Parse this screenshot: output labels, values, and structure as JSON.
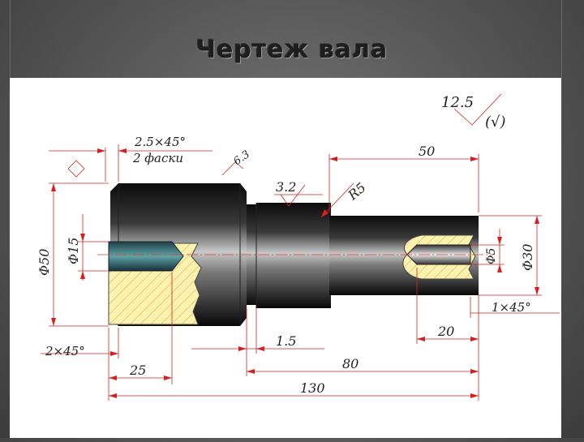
{
  "slide": {
    "title": "Чертеж вала"
  },
  "drawing": {
    "roughness_main": "12.5",
    "roughness_rest": "(√)",
    "chamfer_spec": "2.5×45°",
    "chamfer_count": "2 фаски",
    "roughness_chamfer": "6.3",
    "roughness_neck": "3.2",
    "radius": "R5",
    "dia_big": "Φ50",
    "dia_bore": "Φ15",
    "dia_small": "Φ30",
    "dia_hole": "Φ5",
    "len_step": "50",
    "len_neck": "1.5",
    "len_hole": "20",
    "len_total_small": "80",
    "len_total": "130",
    "len_bore": "25",
    "chamfer_left": "2×45°",
    "chamfer_right": "1×45°"
  }
}
